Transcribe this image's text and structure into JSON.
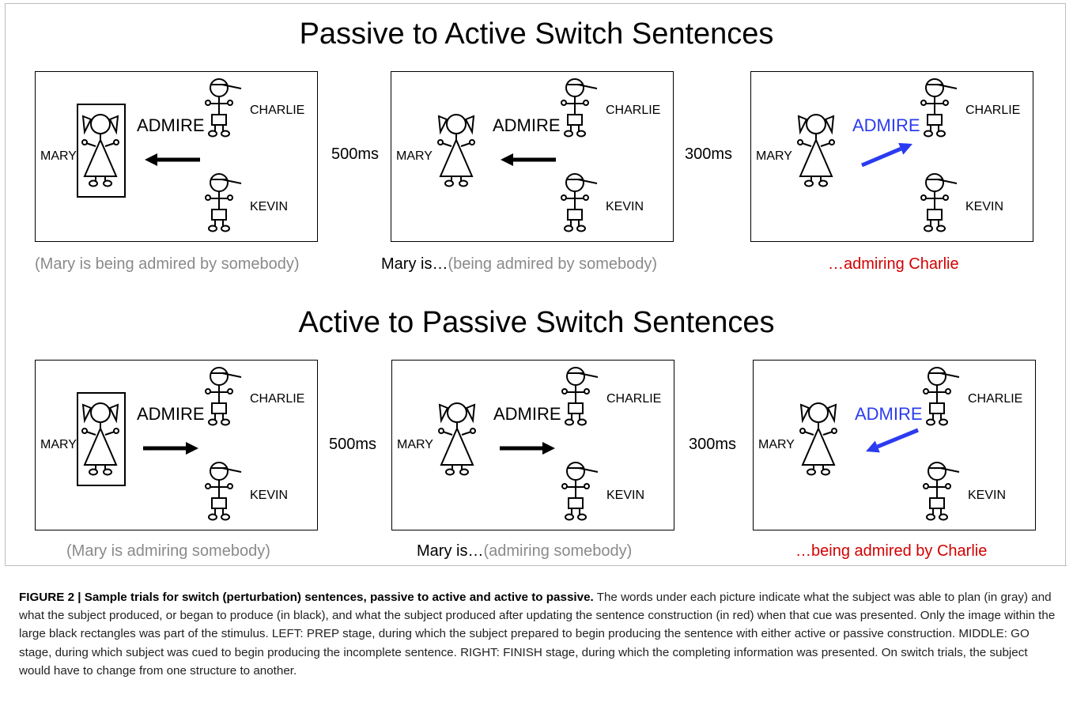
{
  "sections": [
    {
      "title": "Passive to Active Switch Sentences",
      "panels": [
        {
          "verb": "ADMIRE",
          "verb_color": "#000000",
          "arrow": "left-black",
          "box_around_mary": true,
          "labels": {
            "mary": "MARY",
            "charlie": "CHARLIE",
            "kevin": "KEVIN"
          }
        },
        {
          "verb": "ADMIRE",
          "verb_color": "#000000",
          "arrow": "left-black",
          "box_around_mary": false,
          "labels": {
            "mary": "MARY",
            "charlie": "CHARLIE",
            "kevin": "KEVIN"
          }
        },
        {
          "verb": "ADMIRE",
          "verb_color": "#2b3bf0",
          "arrow": "right-blue",
          "box_around_mary": false,
          "labels": {
            "mary": "MARY",
            "charlie": "CHARLIE",
            "kevin": "KEVIN"
          }
        }
      ],
      "delays": [
        "500ms",
        "300ms"
      ],
      "captions": {
        "left_gray": "(Mary is being admired by somebody)",
        "mid_black": "Mary is…",
        "mid_gray": "(being admired by somebody)",
        "right_red": "…admiring Charlie"
      }
    },
    {
      "title": "Active to Passive Switch Sentences",
      "panels": [
        {
          "verb": "ADMIRE",
          "verb_color": "#000000",
          "arrow": "right-black",
          "box_around_mary": true,
          "labels": {
            "mary": "MARY",
            "charlie": "CHARLIE",
            "kevin": "KEVIN"
          }
        },
        {
          "verb": "ADMIRE",
          "verb_color": "#000000",
          "arrow": "right-black",
          "box_around_mary": false,
          "labels": {
            "mary": "MARY",
            "charlie": "CHARLIE",
            "kevin": "KEVIN"
          }
        },
        {
          "verb": "ADMIRE",
          "verb_color": "#2b3bf0",
          "arrow": "left-blue",
          "box_around_mary": false,
          "labels": {
            "mary": "MARY",
            "charlie": "CHARLIE",
            "kevin": "KEVIN"
          }
        }
      ],
      "delays": [
        "500ms",
        "300ms"
      ],
      "captions": {
        "left_gray": "(Mary is admiring somebody)",
        "mid_black": "Mary is…",
        "mid_gray": "(admiring somebody)",
        "right_red": "…being admired by Charlie"
      }
    }
  ],
  "caption": {
    "label": "FIGURE 2 | Sample trials for switch (perturbation) sentences, passive to active and active to passive.",
    "body": "The words under each picture indicate what the subject was able to plan (in gray) and what the subject produced, or began to produce (in black), and what the subject produced after updating the sentence construction (in red) when that cue was presented. Only the image within the large black rectangles was part of the stimulus. LEFT: PREP stage, during which the subject prepared to begin producing the sentence with either active or passive construction. MIDDLE: GO stage, during which subject was cued to begin producing the incomplete sentence. RIGHT: FINISH stage, during which the completing information was presented. On switch trials, the subject would have to change from one structure to another."
  },
  "colors": {
    "gray_text": "#8a8a8a",
    "red_text": "#d20000",
    "blue_arrow": "#2b3bf0",
    "frame": "#bdbdbd"
  }
}
